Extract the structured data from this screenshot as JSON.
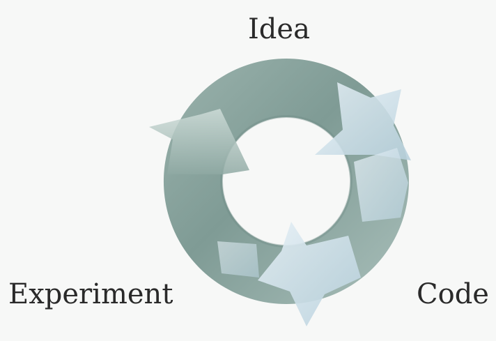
{
  "labels": {
    "top": "Idea",
    "right": "Code",
    "left": "Experiment"
  },
  "colors": {
    "background": "#f7f8f7",
    "ring_dark": "#7f9b95",
    "ring_light": "#c6d6d2",
    "arrow_light": "#dbe9f2",
    "arrow_mid": "#b7d0dc",
    "text": "#2a2a2a"
  }
}
